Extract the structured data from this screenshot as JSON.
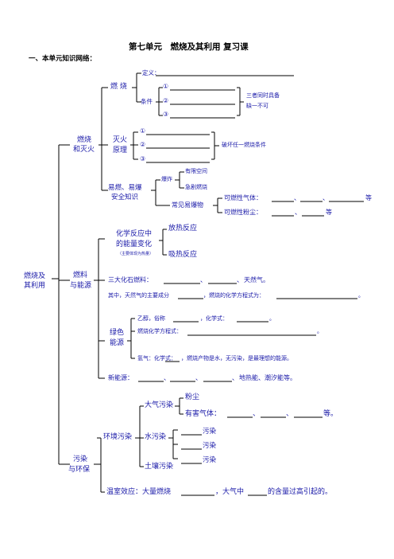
{
  "doc": {
    "title": "第七单元　燃烧及其利用 复习课",
    "section_heading": "一、本单元知识网络："
  },
  "root": {
    "line1": "燃烧及",
    "line2": "其利用"
  },
  "combustion_fire": {
    "label_line1": "燃烧",
    "label_line2": "和灭火",
    "burning": {
      "label": "燃 烧",
      "definition_label": "定义：",
      "conditions_label": "条件",
      "items": [
        "①",
        "②",
        "③"
      ],
      "note_line1": "三者同时具备",
      "note_line2": "缺一不可"
    },
    "extinguish": {
      "label_line1": "灭火",
      "label_line2": "原理",
      "items": [
        "①",
        "②",
        "③"
      ],
      "note": "破坏任一燃烧条件"
    },
    "explosion": {
      "label_line1": "易燃、易爆",
      "label_line2": "安全知识",
      "blast_label": "爆炸",
      "blast_items": [
        "有限空间",
        "急剧燃烧"
      ],
      "common_label": "常见易爆物",
      "gas": "可燃性气体：",
      "gas_seps": [
        "、",
        "、",
        "等"
      ],
      "dust": "可燃性粉尘：",
      "dust_seps": [
        "、",
        "等"
      ]
    }
  },
  "fuel_energy": {
    "label_line1": "燃料",
    "label_line2": "与能源",
    "chem_energy": {
      "label_line1": "化学反应中",
      "label_line2": "的能量变化",
      "label_note": "（主要体现为热量）",
      "exo": "放热反应",
      "endo": "吸热反应"
    },
    "fossil": {
      "text": "三大化石燃料：",
      "seps": [
        "、",
        "、"
      ],
      "tail": "天然气。"
    },
    "natural_gas": {
      "prefix": "其中，天然气的主要成分",
      "mid": "，燃烧的化学方程式为：",
      "end": "。"
    },
    "green": {
      "label_line1": "绿色",
      "label_line2": "能源",
      "ethanol_prefix": "乙醇，俗称",
      "ethanol_mid": "，化学式：",
      "ethanol_end": "。",
      "eq_prefix": "燃烧化学方程式：",
      "eq_end": "。",
      "hydrogen": "氢气：化学式：",
      "hydrogen_tail": "，燃烧产物是水，无污染，是最理想的能源。"
    },
    "new_energy": {
      "prefix": "新能源：",
      "seps": [
        "、",
        "、",
        "、"
      ],
      "tail": "地热能、潮汐能等。"
    }
  },
  "pollution": {
    "label_line1": "污染",
    "label_line2": "与环保",
    "env_label": "环境污染",
    "air": {
      "label": "大气污染",
      "dust": "粉尘",
      "gas": "有害气体：",
      "seps": [
        "、",
        "、"
      ],
      "tail": "等。"
    },
    "water": {
      "label": "水污染",
      "items": [
        "污染",
        "污染",
        "污染"
      ]
    },
    "soil": {
      "label": "土壤污染"
    },
    "greenhouse": {
      "prefix": "温室效应：大量燃烧",
      "mid": "，大气中",
      "tail": "的含量过高引起的。"
    }
  }
}
